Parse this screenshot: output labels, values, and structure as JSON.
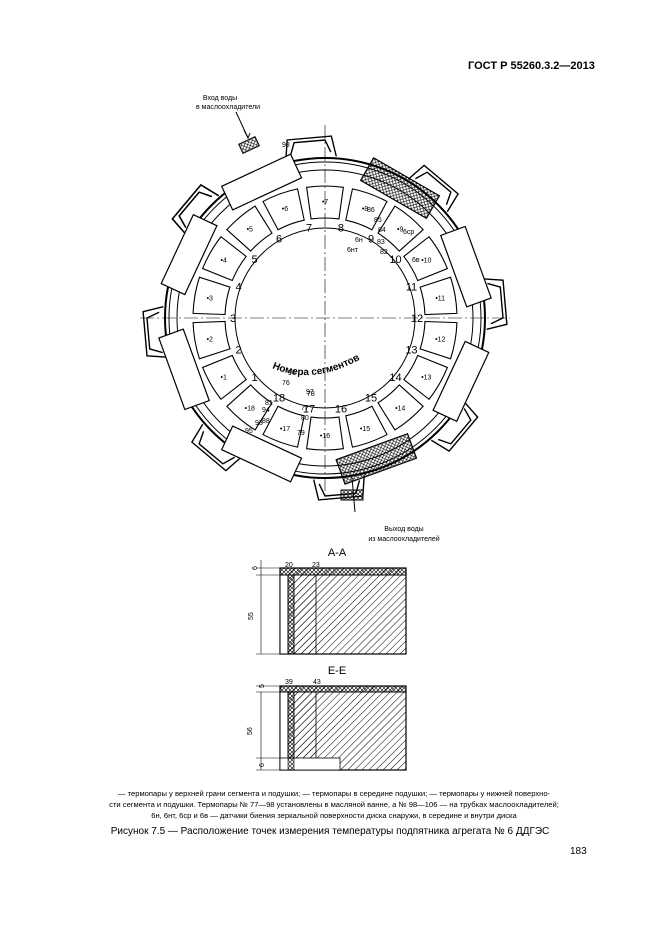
{
  "header": {
    "standard": "ГОСТ Р 55260.3.2—2013"
  },
  "figure": {
    "inlet_label": [
      "Вход воды",
      "в маслоохладители"
    ],
    "outlet_label": [
      "Выход воды",
      "из маслоохладителей"
    ],
    "segment_numbers_label": "Номера сегментов",
    "segment_numbers": [
      "1",
      "2",
      "3",
      "4",
      "5",
      "6",
      "7",
      "8",
      "9",
      "10",
      "11",
      "12",
      "13",
      "14",
      "15",
      "16",
      "17",
      "18"
    ],
    "thermocouple_labels": [
      "1",
      "2",
      "3",
      "4",
      "5",
      "6",
      "7",
      "8",
      "9",
      "10",
      "11",
      "12",
      "13",
      "14",
      "15",
      "16",
      "17",
      "18"
    ],
    "sensor_labels": [
      "6н",
      "6нт",
      "6ср",
      "6в",
      "86",
      "85",
      "84",
      "83",
      "82",
      "78",
      "77",
      "80",
      "79",
      "81",
      "76",
      "96",
      "93",
      "95",
      "94",
      "97",
      "98",
      "88",
      "87",
      "89",
      "90"
    ],
    "section_aa": {
      "title": "А-А",
      "dims": [
        "6",
        "55",
        "20",
        "23"
      ]
    },
    "section_ee": {
      "title": "Е-Е",
      "dims": [
        "5",
        "56",
        "6",
        "39",
        "43"
      ]
    }
  },
  "legend": {
    "line1": "— термопары у верхней грани сегмента и подушки; — термопары в середине подушки; — термопары у нижней поверхно-",
    "line2": "сти сегмента и подушки. Термопары № 77—98 установлены в масляной ванне, а № 98—106 — на трубках маслоохладителей;",
    "line3": "6н, 6нт, 6ср и 6в — датчики биения зеркальной поверхности диска снаружи, в середине и внутри диска"
  },
  "caption": "Рисунок 7.5 — Расположение точек измерения температуры подпятника агрегата № 6 ДДГЭС",
  "page_number": "183"
}
